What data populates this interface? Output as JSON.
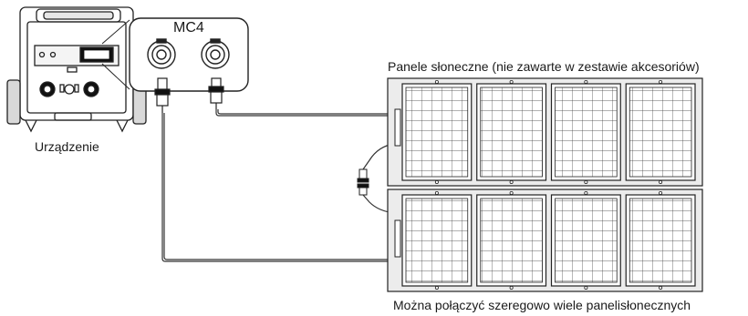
{
  "labels": {
    "device": "Urządzenie",
    "connector": "MC4",
    "panels": "Panele słoneczne (nie zawarte w zestawie akcesoriów)",
    "series_note": "Można połączyć szeregowo wiele panelisłonecznych"
  },
  "panel_rows": [
    {
      "name": "panel-top",
      "modules": 4
    },
    {
      "name": "panel-bottom",
      "modules": 4
    }
  ]
}
